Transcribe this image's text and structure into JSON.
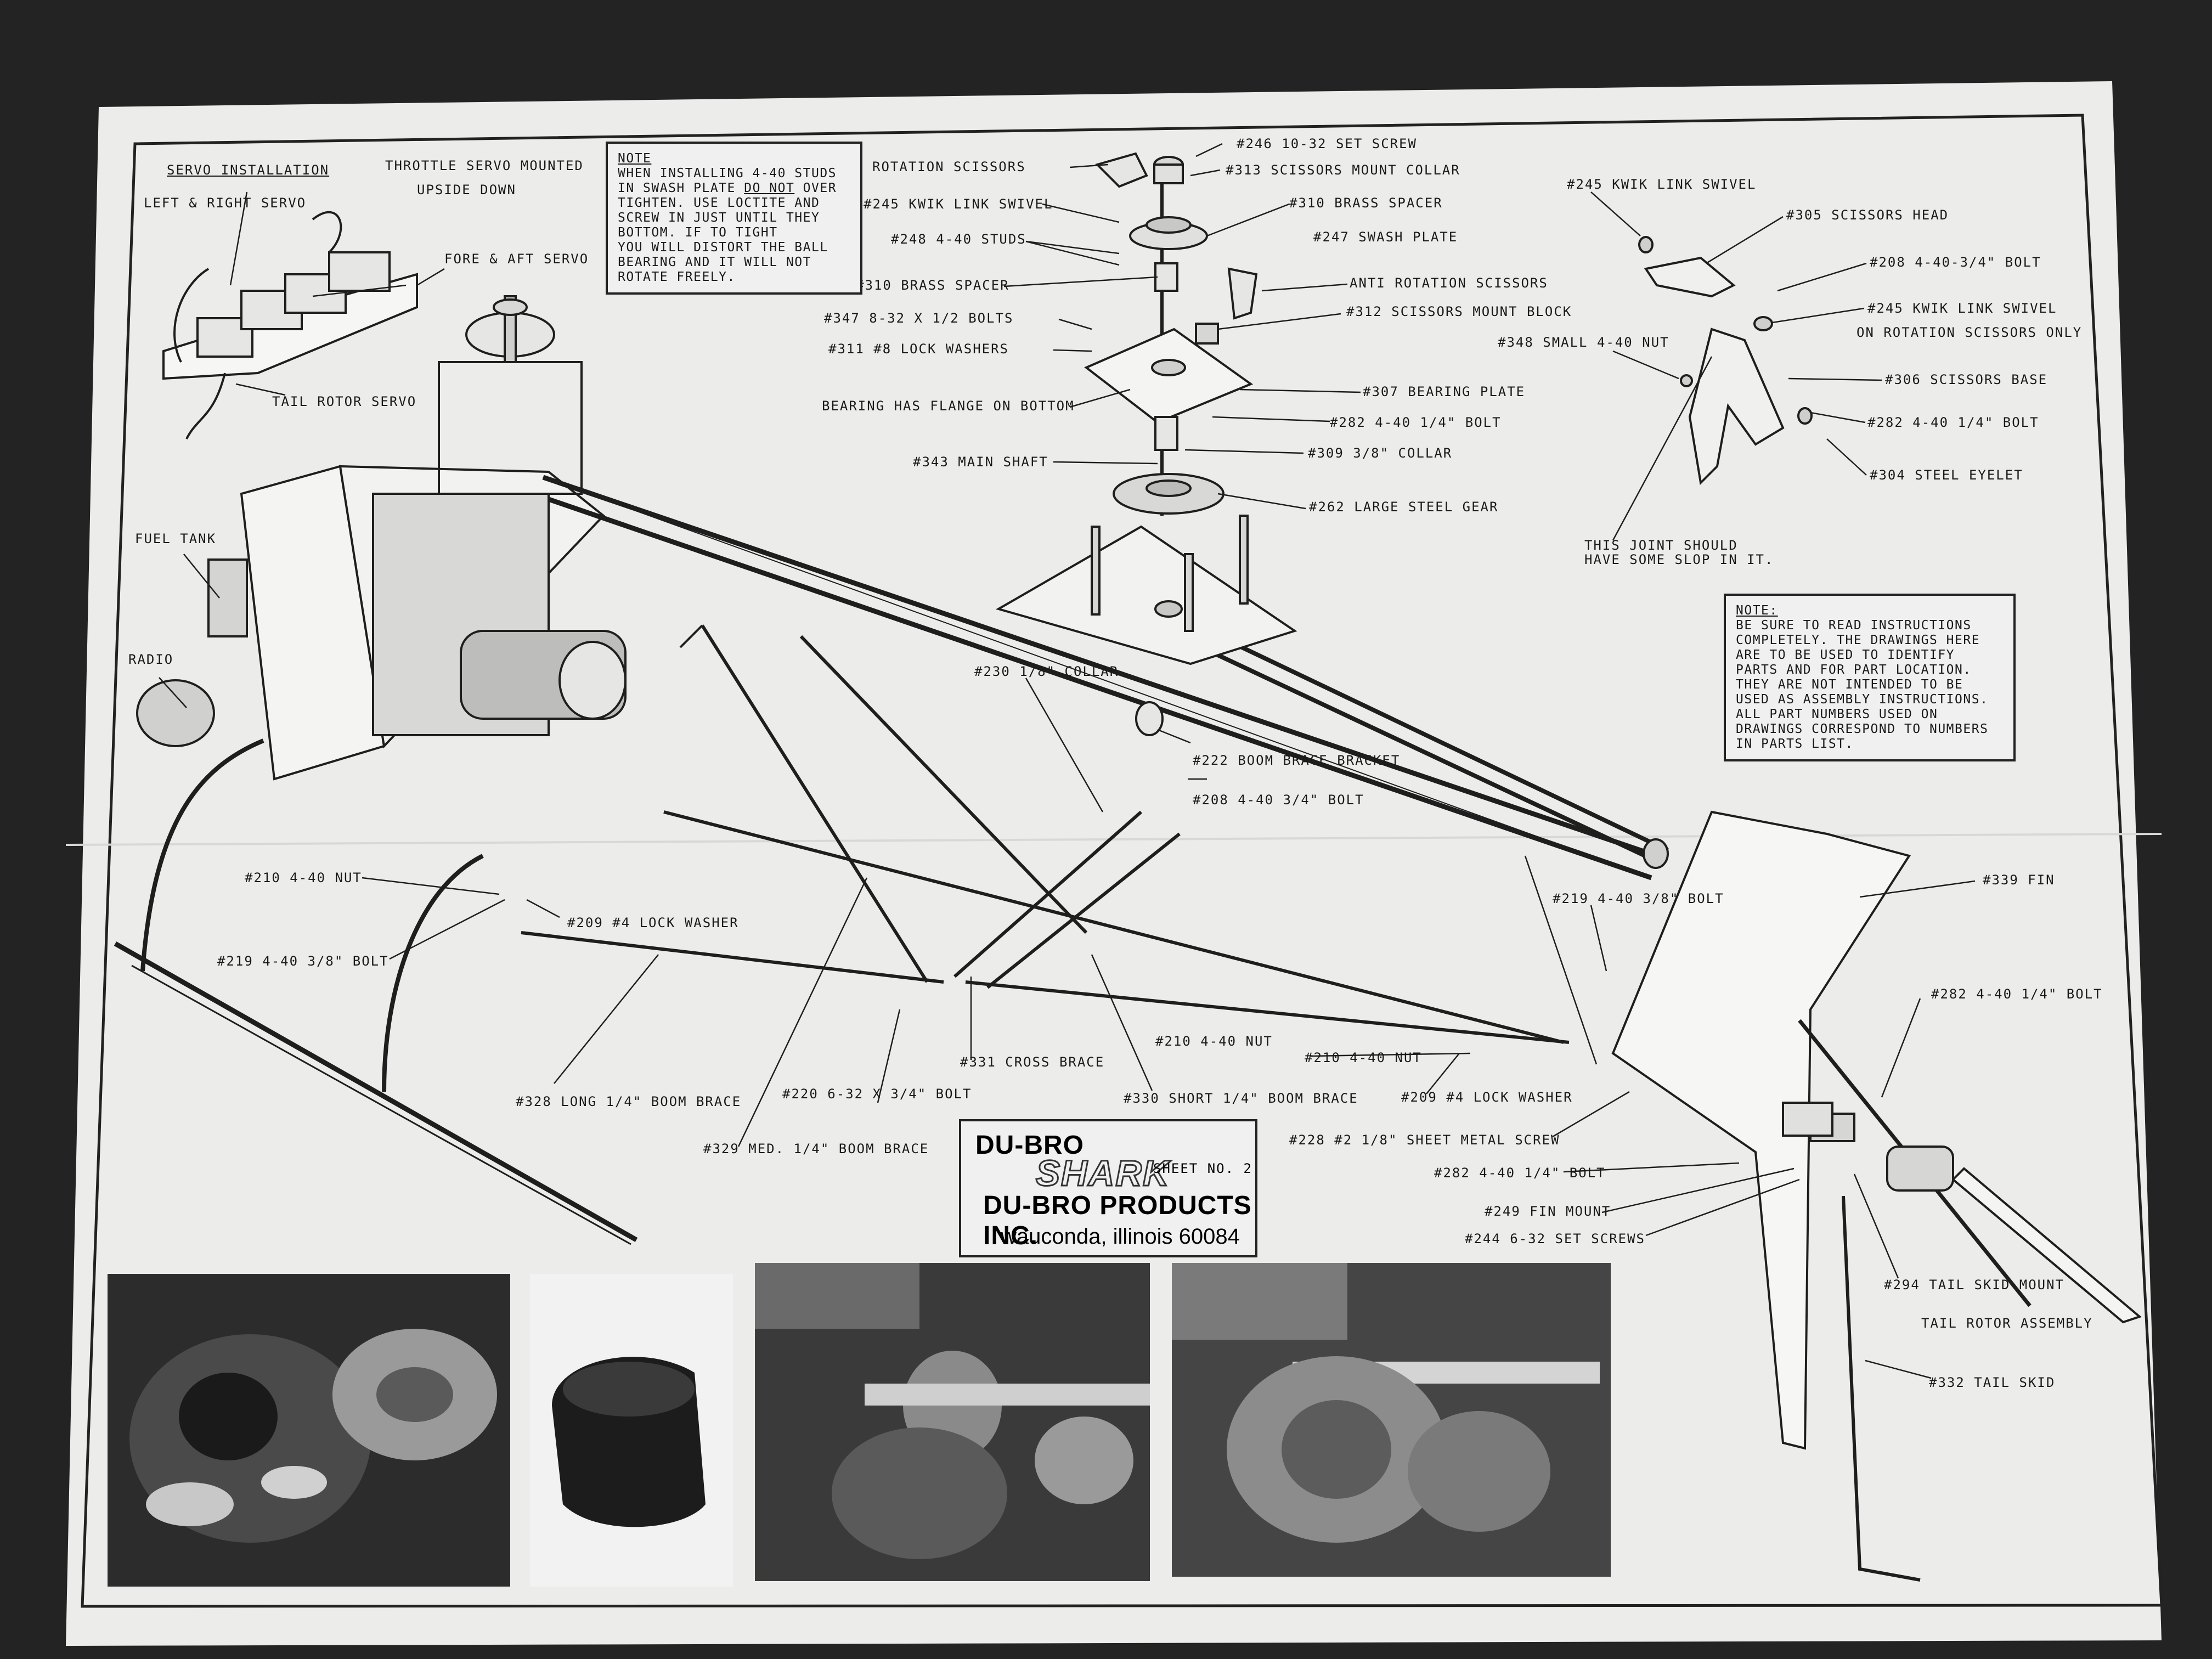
{
  "labels": {
    "servo_installation": "SERVO INSTALLATION",
    "throttle_servo_1": "THROTTLE SERVO MOUNTED",
    "throttle_servo_2": "UPSIDE DOWN",
    "left_right_servo": "LEFT & RIGHT SERVO",
    "fore_aft_servo": "FORE & AFT SERVO",
    "tail_rotor_servo": "TAIL ROTOR SERVO",
    "fuel_tank": "FUEL TANK",
    "radio": "RADIO",
    "rotation_scissors": "ROTATION SCISSORS",
    "p246": "#246 10-32 SET SCREW",
    "p313": "#313 SCISSORS MOUNT COLLAR",
    "p245a": "#245 KWIK LINK SWIVEL",
    "p310a": "#310  BRASS SPACER",
    "p248": "#248 4-40 STUDS",
    "p247": "#247 SWASH PLATE",
    "p310b": "#310 BRASS SPACER",
    "anti_rotation": "ANTI ROTATION SCISSORS",
    "p347": "#347 8-32 X 1/2 BOLTS",
    "p312": "#312 SCISSORS MOUNT BLOCK",
    "p311": "#311 #8 LOCK WASHERS",
    "p307": "#307 BEARING PLATE",
    "bearing_flange": "BEARING HAS FLANGE ON BOTTOM",
    "p282a": "#282  4-40 1/4\" BOLT",
    "p343": "#343 MAIN SHAFT",
    "p309": "#309 3/8\" COLLAR",
    "p262": "#262 LARGE STEEL GEAR",
    "p245b": "#245 KWIK LINK SWIVEL",
    "p305": "#305 SCISSORS HEAD",
    "p208a": "#208 4-40-3/4\" BOLT",
    "p245c": "#245 KWIK LINK SWIVEL",
    "p245c_2": "ON ROTATION SCISSORS ONLY",
    "p348": "#348 SMALL 4-40 NUT",
    "p306": "#306 SCISSORS BASE",
    "p282b": "#282 4-40 1/4\" BOLT",
    "p304": "#304 STEEL EYELET",
    "slop_1": "THIS JOINT SHOULD",
    "slop_2": "HAVE SOME SLOP IN IT.",
    "p230": "#230 1/8\" COLLAR",
    "p222": "#222 BOOM BRACE BRACKET",
    "p208b": "#208 4-40 3/4\" BOLT",
    "p210a": "#210 4-40 NUT",
    "p209a": "#209 #4 LOCK WASHER",
    "p219a": "#219 4-40 3/8\" BOLT",
    "p219b": "#219 4-40 3/8\" BOLT",
    "p339": "#339 FIN",
    "p282c": "#282 4-40 1/4\" BOLT",
    "p331": "#331 CROSS BRACE",
    "p210b": "#210 4-40 NUT",
    "p210c": "#210 4-40 NUT",
    "p328": "#328 LONG 1/4\" BOOM BRACE",
    "p220": "#220 6-32 X 3/4\" BOLT",
    "p330": "#330 SHORT 1/4\" BOOM BRACE",
    "p209b": "#209 #4 LOCK WASHER",
    "p329": "#329 MED. 1/4\" BOOM BRACE",
    "p228": "#228 #2 1/8\" SHEET METAL SCREW",
    "p282d": "#282 4-40 1/4\" BOLT",
    "p249": "#249 FIN MOUNT",
    "p244": "#244 6-32 SET SCREWS",
    "p294": "#294 TAIL SKID MOUNT",
    "tail_rotor_assembly": "TAIL ROTOR ASSEMBLY",
    "p332": "#332 TAIL SKID"
  },
  "note1": {
    "title": "NOTE",
    "lines": [
      "WHEN INSTALLING 4-40 STUDS",
      "IN SWASH PLATE ",
      "TIGHTEN. USE LOCTITE AND",
      "SCREW IN JUST UNTIL THEY",
      "BOTTOM. IF TO TIGHT",
      "YOU WILL DISTORT THE BALL",
      "BEARING AND IT WILL NOT",
      "ROTATE FREELY."
    ],
    "do_not": "DO NOT",
    "over": " OVER"
  },
  "note2": {
    "title": "NOTE:",
    "lines": [
      "BE SURE TO READ INSTRUCTIONS",
      "COMPLETELY.  THE DRAWINGS HERE",
      "ARE TO BE USED TO IDENTIFY",
      "PARTS AND FOR PART LOCATION.",
      "THEY ARE NOT INTENDED TO BE",
      "USED AS ASSEMBLY INSTRUCTIONS.",
      "ALL PART NUMBERS USED ON",
      "DRAWINGS CORRESPOND TO NUMBERS",
      "IN PARTS LIST."
    ]
  },
  "brand": {
    "line1": "DU-BRO",
    "logo": "SHARK",
    "sheet": "SHEET NO. 2",
    "company": "DU-BRO PRODUCTS INC.",
    "address": "wauconda, illinois 60084"
  }
}
